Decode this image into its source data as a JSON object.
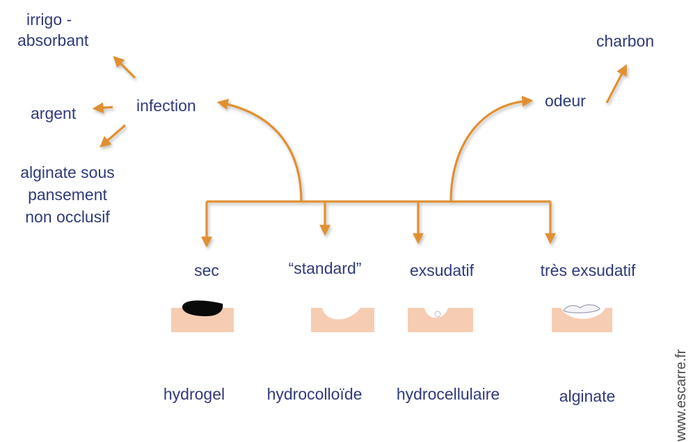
{
  "top_left": {
    "infection": "infection",
    "irrigo_line1": "irrigo -",
    "irrigo_line2": "absorbant",
    "argent": "argent",
    "alginate_line1": "alginate sous",
    "alginate_line2": "pansement",
    "alginate_line3": "non occlusif"
  },
  "top_right": {
    "odeur": "odeur",
    "charbon": "charbon"
  },
  "categories": [
    "sec",
    "“standard”",
    "exsudatif",
    "très exsudatif"
  ],
  "dressings": [
    "hydrogel",
    "hydrocolloïde",
    "hydrocellulaire",
    "alginate"
  ],
  "watermark": "www.escarre.fr",
  "colors": {
    "arrow": "#e09030",
    "text": "#2f3a7a",
    "skin": "#f6cdb3",
    "necrosis": "#0a0a0a"
  }
}
